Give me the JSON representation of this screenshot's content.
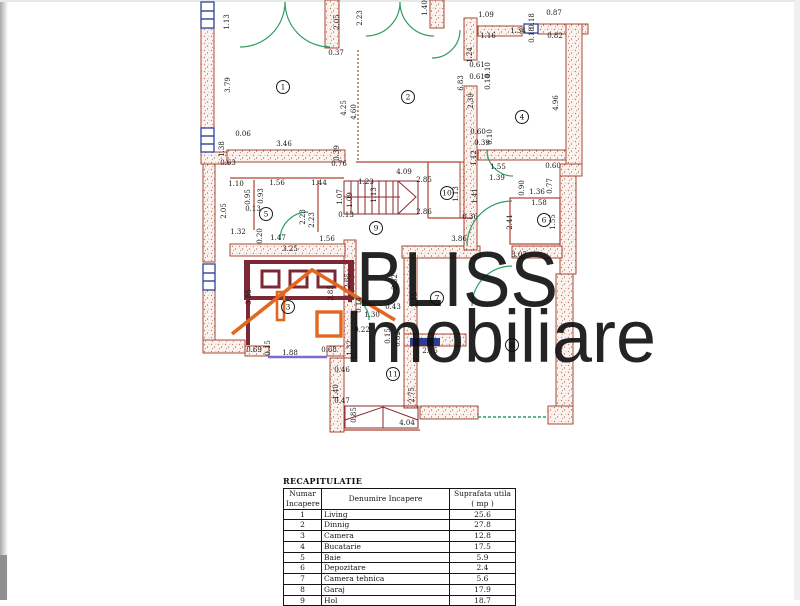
{
  "watermark": {
    "line1": "BLISS",
    "line2": "Imobiliare"
  },
  "floor_plan": {
    "room_markers": [
      [
        "1",
        283,
        87
      ],
      [
        "2",
        408,
        97
      ],
      [
        "4",
        522,
        117
      ],
      [
        "5",
        266,
        214
      ],
      [
        "6",
        544,
        220
      ],
      [
        "9",
        376,
        228
      ],
      [
        "10",
        447,
        193
      ],
      [
        "3",
        288,
        307
      ],
      [
        "7",
        437,
        298
      ],
      [
        "8",
        512,
        345
      ],
      [
        "11",
        393,
        374
      ]
    ],
    "dimension_labels": [
      [
        "1.13",
        229,
        22,
        1
      ],
      [
        "3.79",
        230,
        85,
        1
      ],
      [
        "0.06",
        243,
        136,
        0
      ],
      [
        "1.38",
        224,
        149,
        1
      ],
      [
        "2.05",
        339,
        22,
        1
      ],
      [
        "2.23",
        362,
        18,
        1
      ],
      [
        "0.37",
        336,
        55,
        0
      ],
      [
        "4.25",
        346,
        108,
        1
      ],
      [
        "4.60",
        356,
        112,
        1
      ],
      [
        "3.46",
        284,
        146,
        0
      ],
      [
        "0.39",
        339,
        153,
        1
      ],
      [
        "0.63",
        228,
        165,
        0
      ],
      [
        "0.76",
        339,
        166,
        0
      ],
      [
        "1.40",
        427,
        8,
        1
      ],
      [
        "1.09",
        486,
        17,
        0
      ],
      [
        "0.87",
        554,
        15,
        0
      ],
      [
        "0.18",
        534,
        21,
        1
      ],
      [
        "0.18",
        534,
        35,
        1
      ],
      [
        "1.16",
        488,
        38,
        0
      ],
      [
        "1.34",
        518,
        33,
        0
      ],
      [
        "0.82",
        555,
        38,
        0
      ],
      [
        "1.24",
        472,
        55,
        1
      ],
      [
        "6.83",
        463,
        83,
        1
      ],
      [
        "0.61",
        477,
        67,
        0
      ],
      [
        "0.10",
        490,
        70,
        1
      ],
      [
        "0.61",
        477,
        79,
        0
      ],
      [
        "0.10",
        490,
        82,
        1
      ],
      [
        "2.39",
        473,
        101,
        1
      ],
      [
        "4.96",
        558,
        103,
        1
      ],
      [
        "0.60",
        478,
        134,
        0
      ],
      [
        "0.10",
        492,
        137,
        1
      ],
      [
        "0.39",
        482,
        145,
        0
      ],
      [
        "1.12",
        476,
        158,
        1
      ],
      [
        "1.55",
        498,
        169,
        0
      ],
      [
        "1.39",
        497,
        180,
        0
      ],
      [
        "0.60",
        553,
        168,
        0
      ],
      [
        "0.90",
        524,
        188,
        1
      ],
      [
        "0.77",
        552,
        186,
        1
      ],
      [
        "1.36",
        537,
        194,
        0
      ],
      [
        "1.58",
        539,
        205,
        0
      ],
      [
        "1.41",
        477,
        196,
        1
      ],
      [
        "2.41",
        512,
        222,
        1
      ],
      [
        "1.55",
        555,
        222,
        1
      ],
      [
        "3.07",
        519,
        257,
        0
      ],
      [
        "1.10",
        236,
        186,
        0
      ],
      [
        "0.95",
        250,
        197,
        1
      ],
      [
        "0.93",
        263,
        196,
        1
      ],
      [
        "1.56",
        277,
        185,
        0
      ],
      [
        "1.44",
        319,
        185,
        0
      ],
      [
        "1.07",
        342,
        197,
        1
      ],
      [
        "1.09",
        352,
        200,
        1
      ],
      [
        "1.23",
        366,
        184,
        0
      ],
      [
        "1.13",
        376,
        195,
        1
      ],
      [
        "2.05",
        226,
        211,
        1
      ],
      [
        "0.13",
        253,
        211,
        0
      ],
      [
        "2.23",
        305,
        217,
        1
      ],
      [
        "2.23",
        314,
        220,
        1
      ],
      [
        "0.13",
        346,
        217,
        0
      ],
      [
        "1.32",
        238,
        234,
        0
      ],
      [
        "0.20",
        262,
        236,
        1
      ],
      [
        "1.47",
        278,
        240,
        0
      ],
      [
        "1.56",
        327,
        241,
        0
      ],
      [
        "3.25",
        290,
        251,
        0
      ],
      [
        "4.09",
        404,
        174,
        0
      ],
      [
        "2.85",
        424,
        182,
        0
      ],
      [
        "2.86",
        424,
        214,
        0
      ],
      [
        "1.13",
        458,
        194,
        1
      ],
      [
        "0.36",
        470,
        219,
        0
      ],
      [
        "3.86",
        459,
        241,
        0
      ],
      [
        "2.65",
        350,
        281,
        1
      ],
      [
        "3.85",
        251,
        297,
        1
      ],
      [
        "3.85",
        333,
        293,
        1
      ],
      [
        "2.52",
        397,
        282,
        1
      ],
      [
        "3.15",
        417,
        300,
        1
      ],
      [
        "0.14",
        361,
        305,
        1
      ],
      [
        "1.30",
        372,
        317,
        0
      ],
      [
        "0.43",
        393,
        309,
        0
      ],
      [
        "0.22",
        362,
        332,
        0
      ],
      [
        "1.32",
        352,
        348,
        1
      ],
      [
        "0.15",
        390,
        336,
        1
      ],
      [
        "0.82",
        400,
        339,
        1
      ],
      [
        "0.69",
        254,
        352,
        0
      ],
      [
        "0.15",
        270,
        348,
        1
      ],
      [
        "1.88",
        290,
        355,
        0
      ],
      [
        "0.68",
        329,
        352,
        0
      ],
      [
        "0.46",
        342,
        372,
        0
      ],
      [
        "1.40",
        338,
        392,
        1
      ],
      [
        "0.47",
        342,
        403,
        0
      ],
      [
        "0.85",
        356,
        415,
        1
      ],
      [
        "4.04",
        407,
        425,
        0
      ],
      [
        "2.15",
        430,
        353,
        0
      ],
      [
        "2.75",
        414,
        395,
        1
      ]
    ]
  },
  "table": {
    "title": "RECAPITULATIE",
    "header": {
      "col1_line1": "Numar",
      "col1_line2": "Incapere",
      "col2": "Denumire Incapere",
      "col3_line1": "Suprafata utila",
      "col3_line2": "( mp )"
    },
    "rows": [
      [
        "1",
        "Living",
        "25.6"
      ],
      [
        "2",
        "Dinnig",
        "27.8"
      ],
      [
        "3",
        "Camera",
        "12.8"
      ],
      [
        "4",
        "Bucatarie",
        "17.5"
      ],
      [
        "5",
        "Baie",
        "5.9"
      ],
      [
        "6",
        "Depozitare",
        "2.4"
      ],
      [
        "7",
        "Camera tehnica",
        "5.6"
      ],
      [
        "8",
        "Garaj",
        "17.9"
      ],
      [
        "9",
        "Hol",
        "18.7"
      ]
    ]
  },
  "colors": {
    "wall_outline": "#a84a35",
    "wall_stipple": "#c4826d",
    "door_arc": "#2e9e62",
    "window_frame": "#3a4fa0",
    "window_dark": "#2c3e8f",
    "sill_purple": "#7a6bd8",
    "furniture_dark_red": "#7d2935",
    "overlay_orange": "#e2671f",
    "watermark_ink": "#0d0d0d"
  }
}
